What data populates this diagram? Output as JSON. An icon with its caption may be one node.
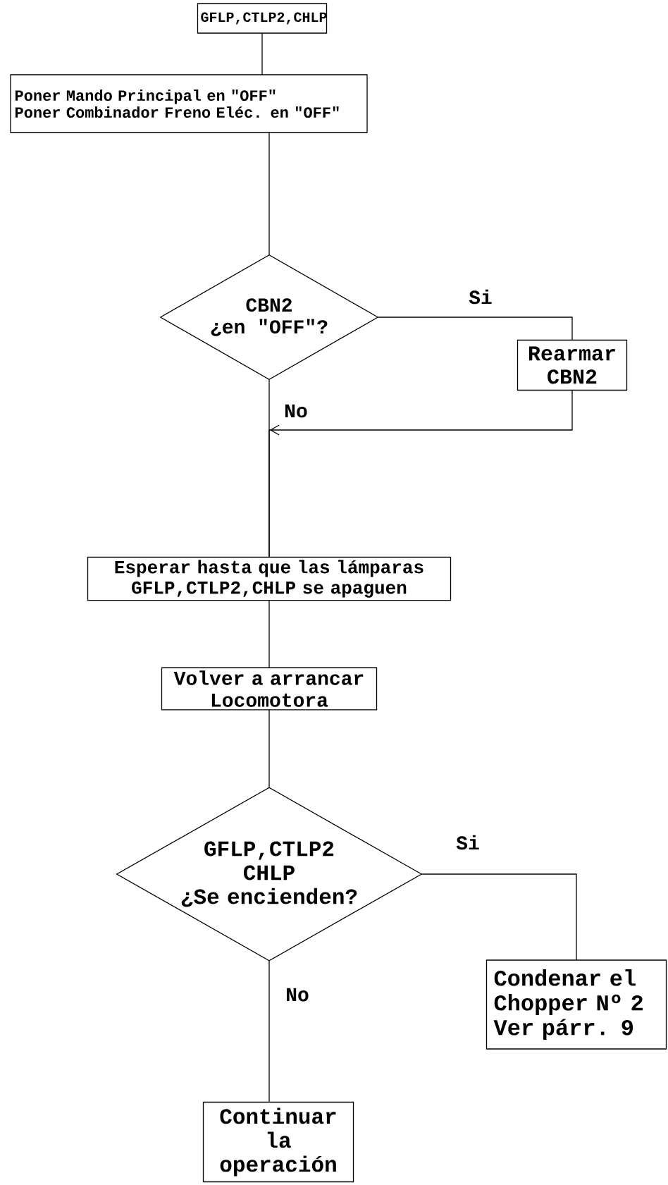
{
  "diagram": {
    "nodes": [
      {
        "text": [
          "GFLP,CTLP2,CHLP"
        ]
      },
      {
        "text": [
          "Poner Mando Principal en \"OFF\"",
          "Poner Combinador Freno Eléc. en \"OFF\""
        ]
      },
      {
        "text": [
          "CBN2",
          "¿en \"OFF\"?"
        ]
      },
      {
        "text": [
          "Rearmar CBN2"
        ]
      },
      {
        "text": [
          "Esperar hasta que las lámparas GFLP,CTLP2,CHLP se apaguen"
        ]
      },
      {
        "text": [
          "Volver a arrancar Locomotora"
        ]
      },
      {
        "text": [
          "GFLP,CTLP2 CHLP",
          "¿Se encienden?"
        ]
      },
      {
        "text": [
          "Condenar el Chopper Nº 2 Ver párr. 9"
        ]
      },
      {
        "text": [
          "Continuar la operación"
        ]
      }
    ],
    "edges": [
      {
        "from": 0,
        "to": 1,
        "arrow": "none"
      },
      {
        "from": 1,
        "to": 2,
        "arrow": "none"
      },
      {
        "from": 2,
        "to": 3,
        "arrow": "none",
        "label": "Si"
      },
      {
        "from": 2,
        "to": 4,
        "arrow": "none",
        "label": "No"
      },
      {
        "from": 3,
        "to": 4,
        "arrow": "to"
      },
      {
        "from": 4,
        "to": 5,
        "arrow": "none"
      },
      {
        "from": 5,
        "to": 6,
        "arrow": "none"
      },
      {
        "from": 6,
        "to": 7,
        "arrow": "none",
        "label": "Si"
      },
      {
        "from": 6,
        "to": 8,
        "arrow": "none",
        "label": "No"
      }
    ]
  }
}
